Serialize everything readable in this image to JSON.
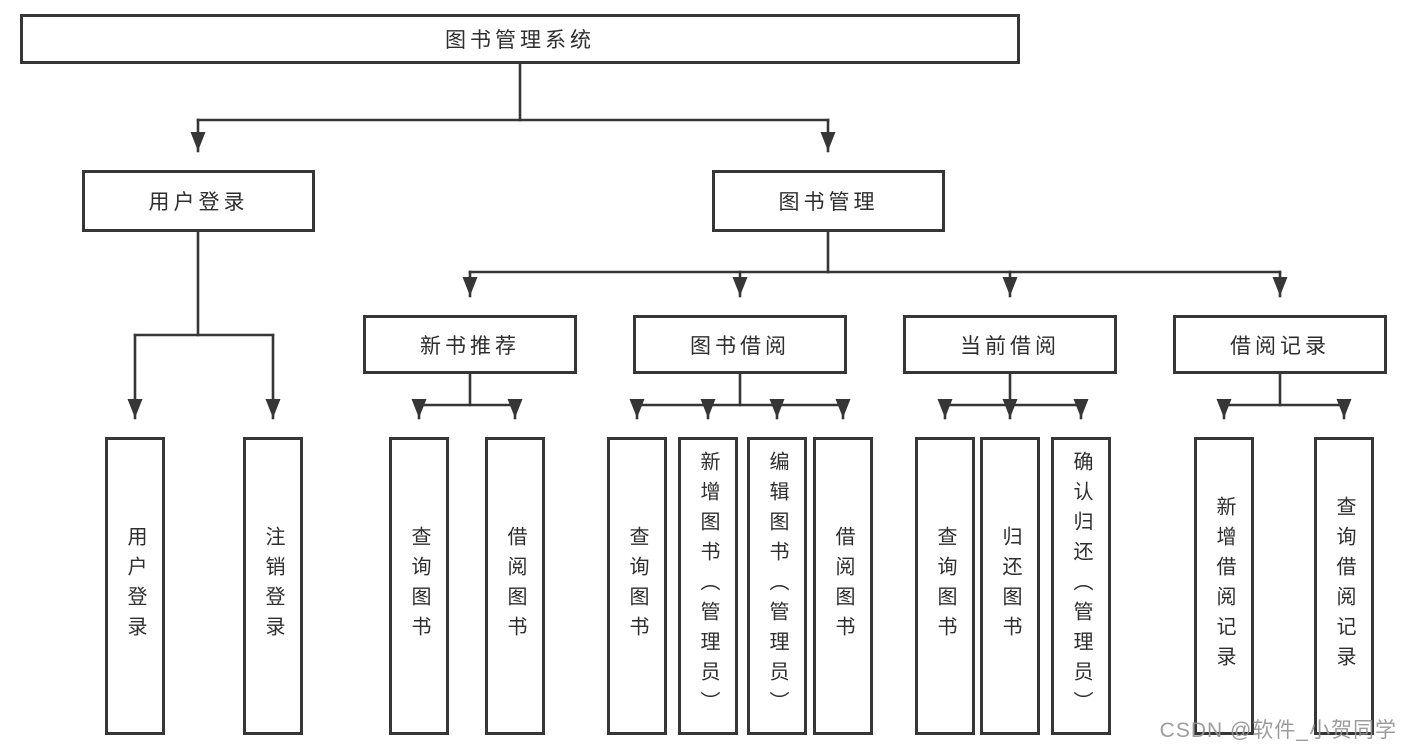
{
  "diagram": {
    "root": {
      "label": "图书管理系统"
    },
    "level2": [
      {
        "id": "login",
        "label": "用户登录"
      },
      {
        "id": "mgmt",
        "label": "图书管理"
      }
    ],
    "level3": [
      {
        "id": "newbook",
        "label": "新书推荐"
      },
      {
        "id": "borrow",
        "label": "图书借阅"
      },
      {
        "id": "current",
        "label": "当前借阅"
      },
      {
        "id": "records",
        "label": "借阅记录"
      }
    ],
    "leaves": {
      "login": [
        "用户登录",
        "注销登录"
      ],
      "newbook": [
        "查询图书",
        "借阅图书"
      ],
      "borrow": [
        "查询图书",
        "新增图书（管理员）",
        "编辑图书（管理员）",
        "借阅图书"
      ],
      "current": [
        "查询图书",
        "归还图书",
        "确认归还（管理员）"
      ],
      "records": [
        "新增借阅记录",
        "查询借阅记录"
      ]
    }
  },
  "watermark": "CSDN @软件_小贺同学",
  "colors": {
    "line": "#363636",
    "box_border": "#363636",
    "text": "#2e2e2e",
    "background": "#ffffff",
    "watermark": "#989898"
  }
}
